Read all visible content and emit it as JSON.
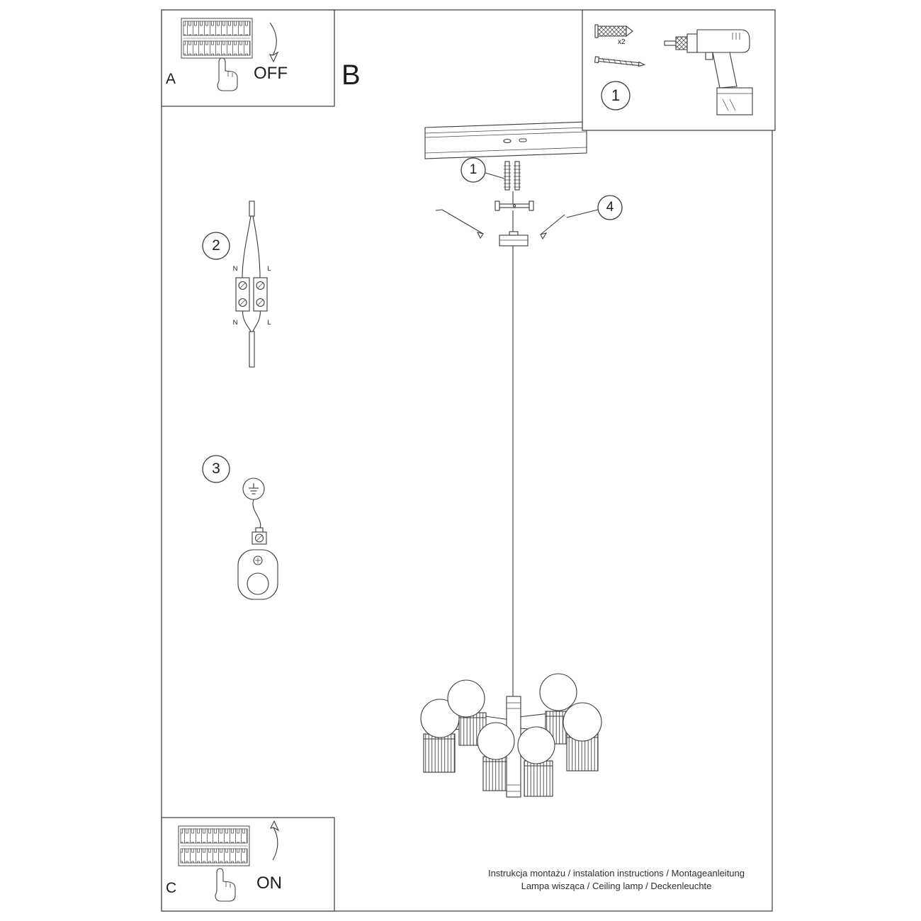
{
  "page": {
    "bg": "#ffffff",
    "line_color": "#3a3a3a"
  },
  "panels": {
    "a": {
      "label": "A",
      "action": "OFF"
    },
    "b": {
      "label": "B"
    },
    "c": {
      "label": "C",
      "action": "ON"
    },
    "tools": {
      "step_number": "1",
      "anchor_quantity": "x2"
    }
  },
  "callouts": {
    "step1": "1",
    "step2": "2",
    "step3": "3",
    "step4": "4"
  },
  "wiring_labels": {
    "top_neutral": "N",
    "top_live": "L",
    "bottom_neutral": "N",
    "bottom_live": "L"
  },
  "footer": {
    "line1": "Instrukcja montażu / instalation instructions / Montageanleitung",
    "line2": "Lampa wisząca / Ceiling lamp / Deckenleuchte"
  }
}
